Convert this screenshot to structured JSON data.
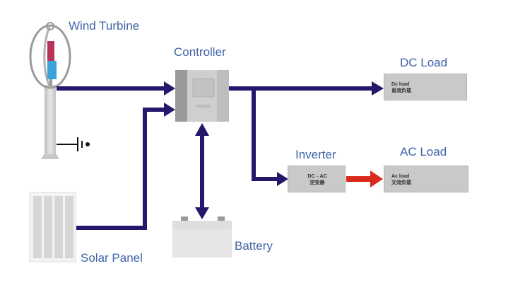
{
  "title": "Wind-Solar Hybrid Power System",
  "labels": {
    "wind_turbine": "Wind Turbine",
    "controller": "Controller",
    "dc_load": "DC Load",
    "inverter": "Inverter",
    "ac_load": "AC Load",
    "solar_panel": "Solar Panel",
    "battery": "Battery"
  },
  "boxes": {
    "dc_load": {
      "line1": "Dc load",
      "line2": "直流负载"
    },
    "inverter": {
      "line1": "DC→AC",
      "line2": "逆变器"
    },
    "ac_load": {
      "line1": "Ac load",
      "line2": "交流负载"
    }
  },
  "colors": {
    "dc_line": "#23186b",
    "ac_line": "#d92b1d",
    "label": "#3f64a6",
    "box_fill": "#c9c9c9"
  },
  "connections": [
    {
      "from": "Wind Turbine",
      "to": "Controller",
      "type": "DC"
    },
    {
      "from": "Solar Panel",
      "to": "Controller",
      "type": "DC"
    },
    {
      "from": "Controller",
      "to": "Battery",
      "type": "DC",
      "bidirectional": true
    },
    {
      "from": "Controller",
      "to": "DC Load",
      "type": "DC"
    },
    {
      "from": "Controller",
      "to": "Inverter",
      "type": "DC"
    },
    {
      "from": "Inverter",
      "to": "AC Load",
      "type": "AC"
    }
  ]
}
